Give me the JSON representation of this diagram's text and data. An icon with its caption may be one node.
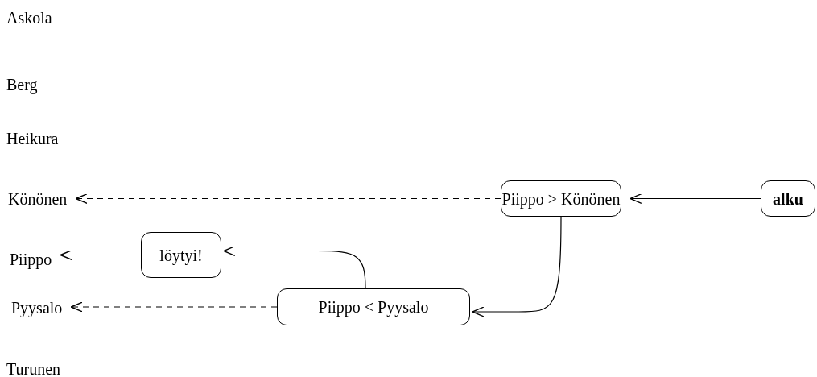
{
  "diagram": {
    "nodes": [
      {
        "text": [
          "Askola"
        ]
      },
      {
        "text": [
          "Berg"
        ]
      },
      {
        "text": [
          "Heikura"
        ]
      },
      {
        "text": [
          "Könönen"
        ]
      },
      {
        "text": [
          "Piippo > Könönen"
        ]
      },
      {
        "text": [
          "alku"
        ]
      },
      {
        "text": [
          "Piippo"
        ]
      },
      {
        "text": [
          "löytyi!"
        ]
      },
      {
        "text": [
          "Pyysalo"
        ]
      },
      {
        "text": [
          "Piippo < Pyysalo"
        ]
      },
      {
        "text": [
          "Turunen"
        ]
      }
    ],
    "edges": [
      {
        "from": 5,
        "to": 4,
        "arrow": "to"
      },
      {
        "from": 4,
        "to": 3,
        "arrow": "to",
        "style": "dashed"
      },
      {
        "from": 4,
        "to": 9,
        "arrow": "to"
      },
      {
        "from": 9,
        "to": 7,
        "arrow": "to"
      },
      {
        "from": 7,
        "to": 6,
        "arrow": "to",
        "style": "dashed"
      },
      {
        "from": 9,
        "to": 8,
        "arrow": "to",
        "style": "dashed"
      }
    ]
  }
}
